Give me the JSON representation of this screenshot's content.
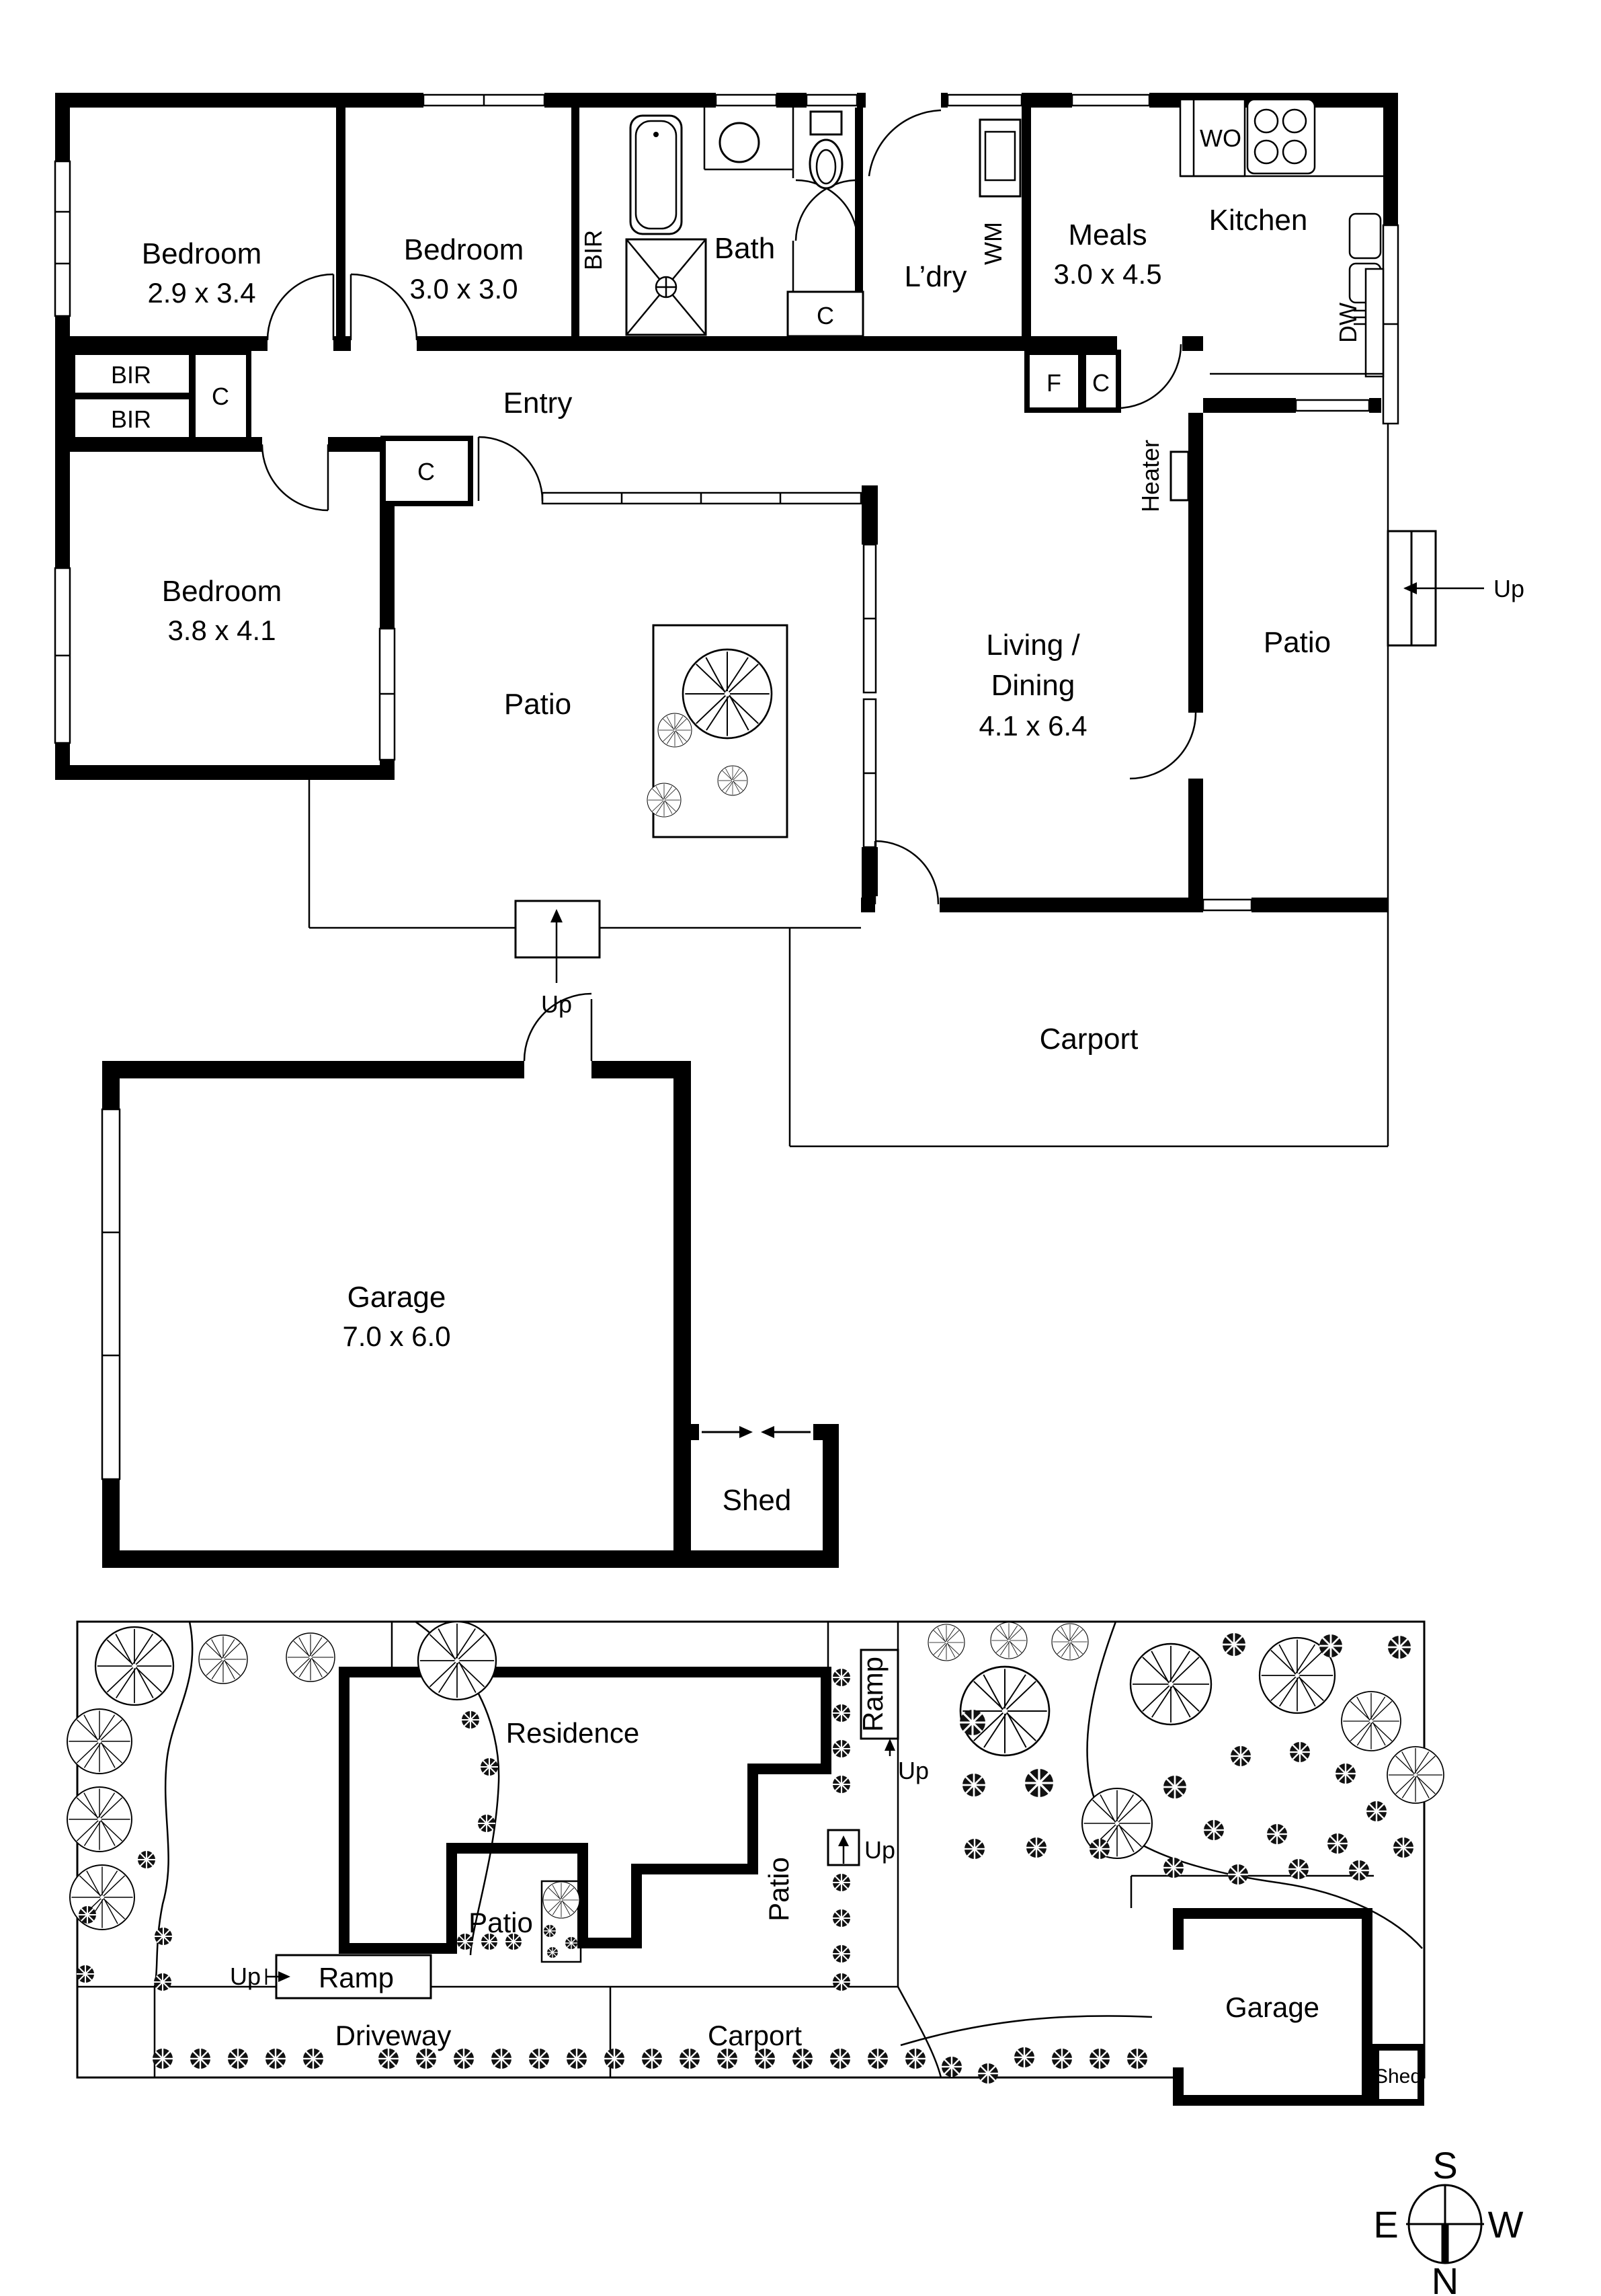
{
  "colors": {
    "line": "#000000",
    "background": "#ffffff"
  },
  "p1": {
    "bedroom1_name": "Bedroom",
    "bedroom1_dims": "2.9 x 3.4",
    "bedroom2_name": "Bedroom",
    "bedroom2_dims": "3.0 x 3.0",
    "bedroom3_name": "Bedroom",
    "bedroom3_dims": "3.8 x 4.1",
    "bir_robe": "BIR",
    "bir1": "BIR",
    "bir2": "BIR",
    "closet_hall": "C",
    "closet_bath": "C",
    "closet_entry": "C",
    "closet_meals": "C",
    "fridge": "F",
    "bath": "Bath",
    "laundry": "L’dry",
    "washing_machine": "WM",
    "meals_name": "Meals",
    "meals_dims": "3.0 x 4.5",
    "kitchen": "Kitchen",
    "wall_oven": "WO",
    "dishwasher": "DW",
    "entry": "Entry",
    "heater": "Heater",
    "living1": "Living /",
    "living2": "Dining",
    "living_dims": "4.1 x 6.4",
    "patio_center": "Patio",
    "patio_right": "Patio",
    "carport": "Carport",
    "up_right": "Up",
    "up_bottom": "Up"
  },
  "p2": {
    "garage_name": "Garage",
    "garage_dims": "7.0 x 6.0",
    "shed": "Shed"
  },
  "site": {
    "residence": "Residence",
    "patio_court": "Patio",
    "patio_path": "Patio",
    "ramp_v": "Ramp",
    "up_ramp_v": "Up",
    "ramp_h": "Ramp",
    "up_ramp_h": "Up",
    "up_path": "Up",
    "driveway": "Driveway",
    "carport": "Carport",
    "garage": "Garage",
    "shed": "Shed"
  },
  "compass": {
    "s": "S",
    "e": "E",
    "w": "W",
    "n": "N"
  }
}
